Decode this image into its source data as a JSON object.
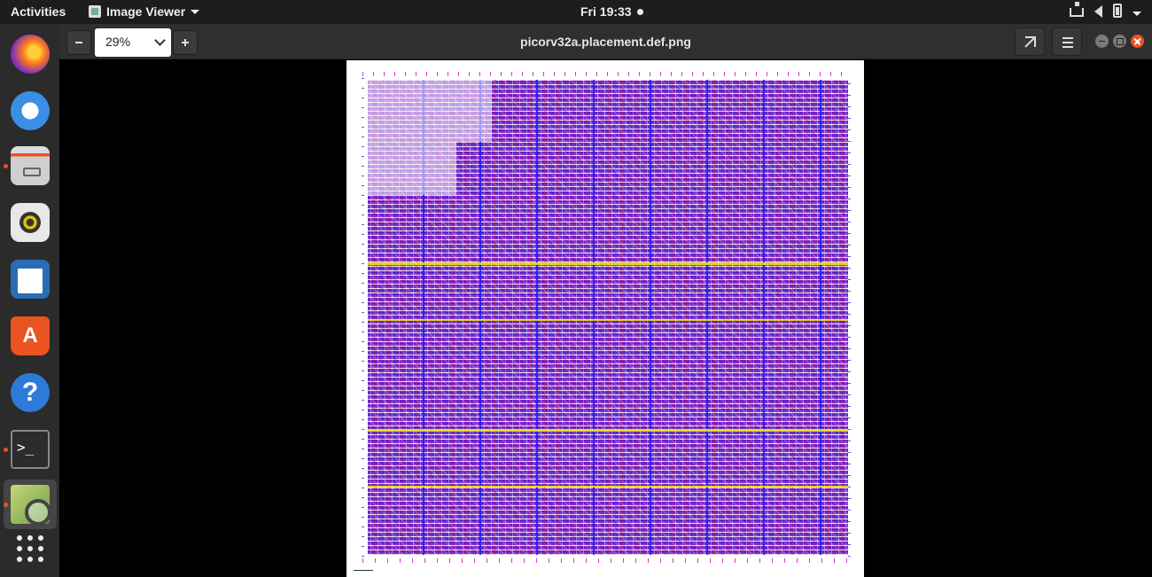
{
  "topbar": {
    "activities": "Activities",
    "app_menu": "Image Viewer",
    "clock": "Fri 19:33"
  },
  "dock": {
    "apps": [
      "firefox",
      "thunderbird",
      "files",
      "rhythmbox",
      "libreoffice-writer",
      "ubuntu-software",
      "help",
      "terminal",
      "image-viewer",
      "show-applications"
    ]
  },
  "viewer": {
    "zoom_value": "29%",
    "title": "picorv32a.placement.def.png"
  },
  "colors": {
    "topbar": "#1d1d1d",
    "dock": "#2b2b2b",
    "header": "#2f2f2f",
    "accent": "#e95420",
    "layout_fill": "#7a2bd0",
    "power_rail": "#e8e51a"
  }
}
